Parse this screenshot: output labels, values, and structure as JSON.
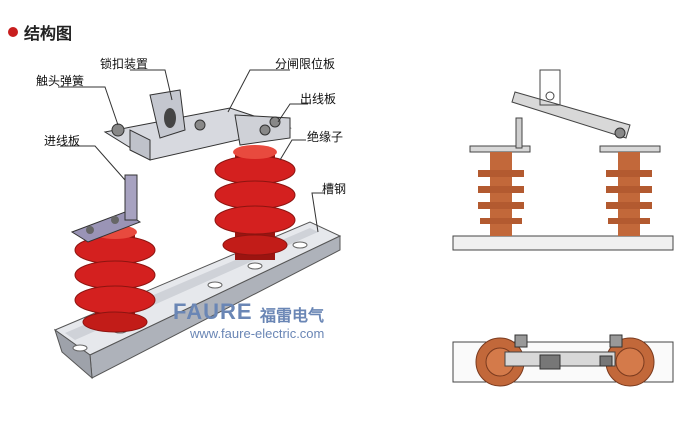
{
  "title": "结构图",
  "labels": {
    "lock_device": "锁扣装置",
    "opening_limit_plate": "分闸限位板",
    "contact_spring": "触头弹簧",
    "outlet_plate": "出线板",
    "inlet_plate": "进线板",
    "insulator": "绝缘子",
    "channel_steel": "槽钢"
  },
  "watermark": {
    "brand": "FAURE",
    "brand_cn": "福雷电气",
    "url": "www.faure-electric.com"
  },
  "colors": {
    "insulator_red": "#d4201f",
    "insulator_shadow": "#9c1410",
    "steel_gray": "#c9ccd3",
    "plate_purple": "#9a94b6",
    "side_copper": "#c2683a",
    "accent_dot": "#c81e1e",
    "watermark": "#6a86b5"
  }
}
